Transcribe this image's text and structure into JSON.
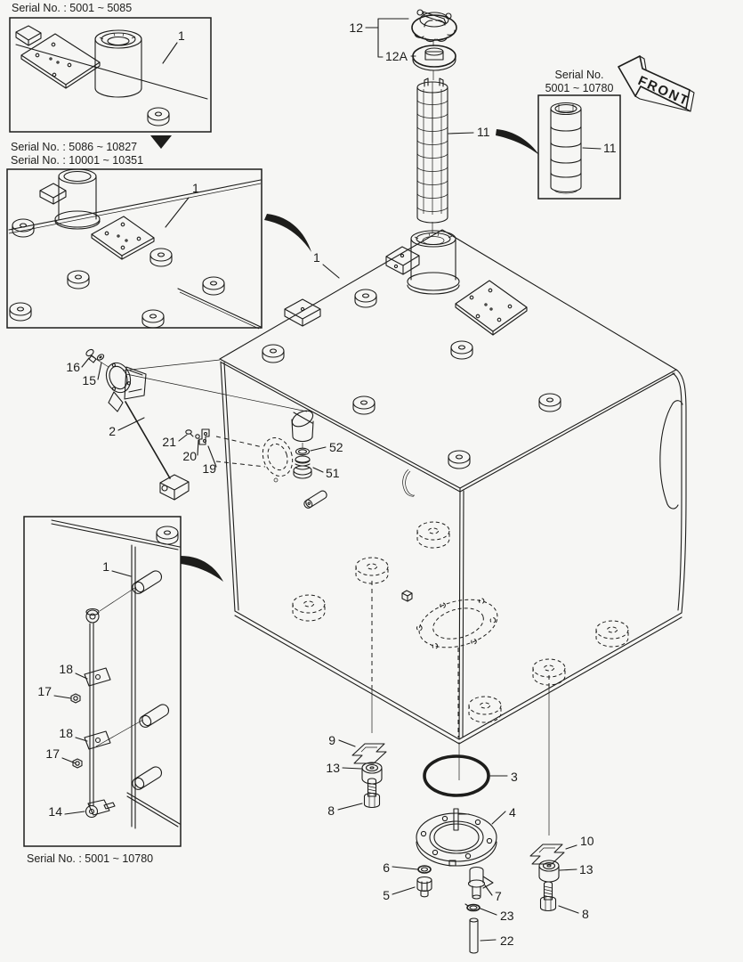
{
  "colors": {
    "background": "#f6f6f4",
    "ink": "#1d1d1b"
  },
  "captions": {
    "box1": "Serial No. : 5001 ~ 5085",
    "box2_line1": "Serial No. : 5086 ~ 10827",
    "box2_line2": "Serial No. : 10001 ~ 10351",
    "strainer_box_line1": "Serial No.",
    "strainer_box_line2": "5001 ~ 10780",
    "rod_box": "Serial No. : 5001 ~ 10780"
  },
  "front_arrow_label": "FRONT",
  "callouts": {
    "tank_box1": "1",
    "tank_box2": "1",
    "tank_main": "1",
    "cap": "12",
    "cap_gasket": "12A",
    "strainer": "11",
    "strainer_boxed": "11",
    "sender": "2",
    "sender_screw": "16",
    "sender_washer": "15",
    "clamp_screw": "21",
    "clamp_washer": "20",
    "clamp": "19",
    "elbow_oring": "52",
    "plug": "51",
    "bracket_left": "9",
    "mount_left": "13",
    "bolt_left": "8",
    "oring": "3",
    "flange": "4",
    "flange_washer": "6",
    "flange_bolt": "5",
    "drain_valve": "7",
    "drain_washer": "23",
    "drain_pipe": "22",
    "bracket_right": "10",
    "mount_right": "13",
    "bolt_right": "8",
    "rod_tank": "1",
    "rod_clamp_upper": "18",
    "rod_nut_upper": "17",
    "rod_clamp_lower": "18",
    "rod_nut_lower": "17",
    "rod_foot": "14"
  }
}
